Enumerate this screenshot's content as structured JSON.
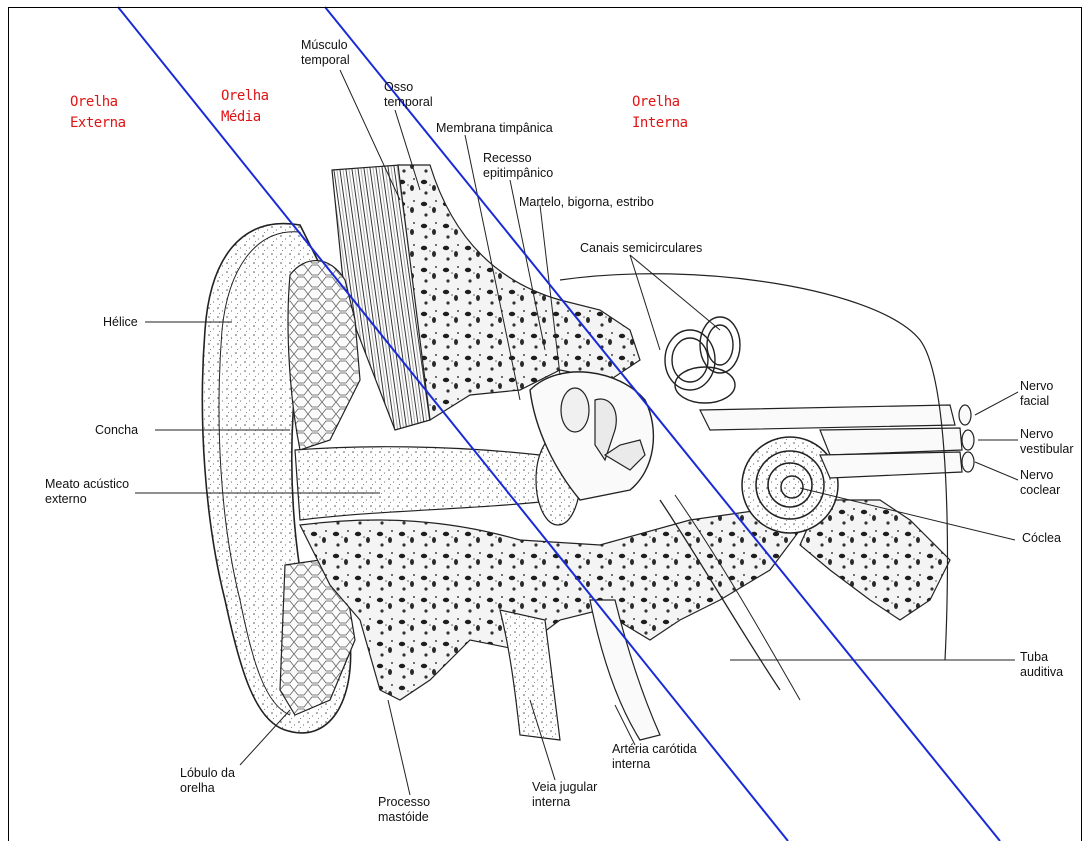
{
  "colors": {
    "region_text": "#e01414",
    "divider_line": "#1a2bd6",
    "ink": "#111111",
    "bone": "#2a2a2a"
  },
  "regions": {
    "external": [
      "Orelha",
      "Externa"
    ],
    "middle": [
      "Orelha",
      "Média"
    ],
    "internal": [
      "Orelha",
      "Interna"
    ]
  },
  "labels": {
    "musculo_temporal": [
      "Músculo",
      "temporal"
    ],
    "osso_temporal": [
      "Osso",
      "temporal"
    ],
    "membrana_timpanica": "Membrana timpânica",
    "recesso_epitimpanico": [
      "Recesso",
      "epitimpânico"
    ],
    "ossiculos": "Martelo, bigorna, estribo",
    "canais_semicirculares": "Canais semicirculares",
    "helice": "Hélice",
    "concha": "Concha",
    "meato": [
      "Meato acústico",
      "externo"
    ],
    "nervo_facial": [
      "Nervo",
      "facial"
    ],
    "nervo_vestibular": [
      "Nervo",
      "vestibular"
    ],
    "nervo_coclear": [
      "Nervo",
      "coclear"
    ],
    "coclea": "Cóclea",
    "tuba_auditiva": [
      "Tuba",
      "auditiva"
    ],
    "lobulo": [
      "Lóbulo da",
      "orelha"
    ],
    "processo_mastoide": [
      "Processo",
      "mastóide"
    ],
    "veia_jugular": [
      "Veia jugular",
      "interna"
    ],
    "arteria_carotida": [
      "Artéria carótida",
      "interna"
    ]
  }
}
